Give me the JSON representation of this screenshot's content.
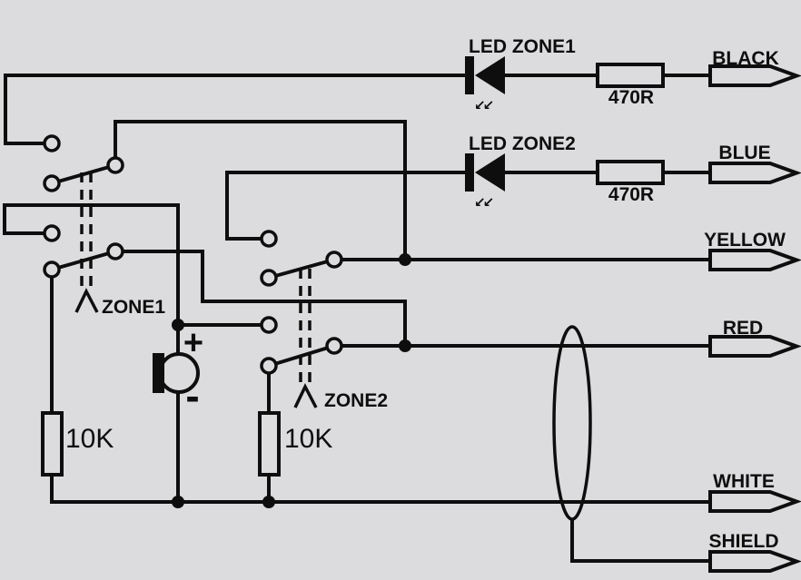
{
  "colors": {
    "background": "#dcdcde",
    "ink": "#0e0e0e"
  },
  "leds": [
    {
      "name": "LED ZONE1",
      "resistor": "470R"
    },
    {
      "name": "LED ZONE2",
      "resistor": "470R"
    }
  ],
  "led_glow_arrows": "↙↙",
  "switches": [
    {
      "name": "ZONE1"
    },
    {
      "name": "ZONE2"
    }
  ],
  "pull_resistors": [
    {
      "value": "10K"
    },
    {
      "value": "10K"
    }
  ],
  "speaker": {
    "plus": "+",
    "minus": "-"
  },
  "connectors": [
    {
      "label": "BLACK"
    },
    {
      "label": "BLUE"
    },
    {
      "label": "YELLOW"
    },
    {
      "label": "RED"
    },
    {
      "label": "WHITE"
    },
    {
      "label": "SHIELD"
    }
  ]
}
